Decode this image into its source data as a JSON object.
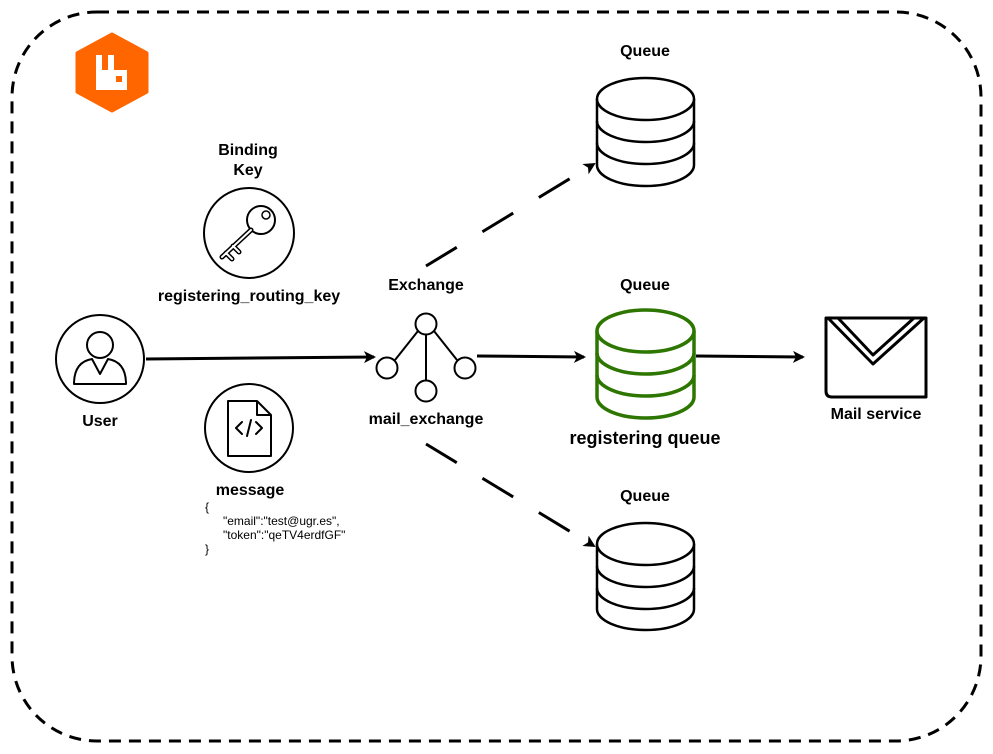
{
  "colors": {
    "brand": "#FF6600",
    "highlight_queue": "#2D7600",
    "stroke": "#000000"
  },
  "icons": {
    "logo": "rabbitmq-logo-icon",
    "user": "user-icon",
    "key": "key-icon",
    "message": "code-file-icon",
    "exchange": "exchange-icon",
    "queue": "database-icon",
    "mail": "envelope-icon"
  },
  "binding": {
    "title_line1": "Binding",
    "title_line2": "Key",
    "routing_key": "registering_routing_key"
  },
  "user": {
    "label": "User"
  },
  "message": {
    "label": "message",
    "body_open": "{",
    "body_email": "\"email\":\"test@ugr.es\",",
    "body_token": "\"token\":\"qeTV4erdfGF\"",
    "body_close": "}"
  },
  "exchange": {
    "title": "Exchange",
    "name": "mail_exchange"
  },
  "queues": {
    "top": {
      "title": "Queue"
    },
    "middle": {
      "title": "Queue",
      "name": "registering queue"
    },
    "bottom": {
      "title": "Queue"
    }
  },
  "mail_service": {
    "label": "Mail service"
  }
}
